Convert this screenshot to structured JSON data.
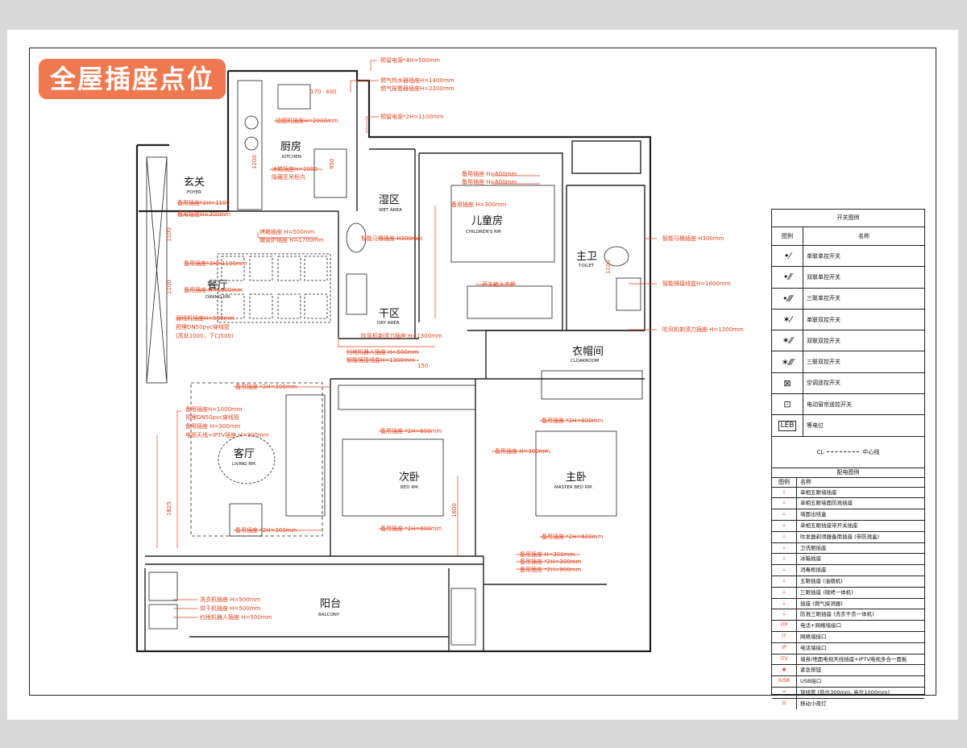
{
  "title": "全屋插座点位",
  "rooms": {
    "kitchen": {
      "cn": "厨房",
      "en": "KITCHEN"
    },
    "foyer": {
      "cn": "玄关",
      "en": "FOYER"
    },
    "wet": {
      "cn": "湿区",
      "en": "WET AREA"
    },
    "children": {
      "cn": "儿童房",
      "en": "CHILDREN'S RM"
    },
    "toilet": {
      "cn": "主卫",
      "en": "TOILET"
    },
    "dining": {
      "cn": "餐厅",
      "en": "DINING RM."
    },
    "dry": {
      "cn": "干区",
      "en": "DRY AREA"
    },
    "cloak": {
      "cn": "衣帽间",
      "en": "CLOAKROOM"
    },
    "living": {
      "cn": "客厅",
      "en": "LIVING RM."
    },
    "second_bed": {
      "cn": "次卧",
      "en": "BED RM."
    },
    "master_bed": {
      "cn": "主卧",
      "en": "MASTER BED RM."
    },
    "balcony": {
      "cn": "阳台",
      "en": "BALCONY"
    }
  },
  "annotations": {
    "a1": "预留电源*4H=500mm",
    "a2": "燃气热水器插座H=1400mm",
    "a3": "燃气报警器插座H=2200mm",
    "a4": "预留电源*2H=1100mm",
    "a5": "油烟机插座H=2000mm",
    "a6": "冰箱插座H=2000",
    "a7": "隐藏至吊柜内",
    "a8": "备用插座*2H=1100",
    "a9": "备用插座H=300mm",
    "a10": "烤箱插座 H=500mm",
    "a11": "微波炉插座 H=1700mm",
    "a12": "备用插座*3H=1100mm",
    "a13": "备用插座 H=1000mm",
    "a14": "弱线机插座H=500mm",
    "a15": "预埋DN50pvc穿线管",
    "a16": "(高处1000，下口500)",
    "a17": "智能马桶插座 H300mm",
    "a18": "吹风机剃须刀插座 H=1300mm",
    "a19": "扫地机器人插座 H=500mm",
    "a20": "智能镜接线盒H=1300mm",
    "a21": "备用插座 H=600mm",
    "a22": "备用插座 H=600mm",
    "a23": "备用插座 H=300mm",
    "a24": "开关嵌入衣柜",
    "a25": "智能马桶插座 H300mm",
    "a26": "智能镜接线盒H=1600mm",
    "a27": "吹风机剃须刀插座 H=1300mm",
    "a28": "备用插座 *2H=300mm",
    "a29": "备用插座H=1000mm",
    "a30": "预埋DN50pvc穿线管",
    "a31": "备用插座 H=300mm",
    "a32": "电视天线+IPTV插座 H=300mm",
    "a33": "备用插座 *2H=600mm",
    "a34": "备用插座 *2H=600mm",
    "a35": "备用插座 H=300mm",
    "a36": "备用插座 *2H=300mm",
    "a37": "备用插座 *2H=600mm",
    "a38": "备用插座 *2H=600mm",
    "a39": "备用插座 H=300mm",
    "a40": "备用插座 *2H=300mm",
    "a41": "备用插座 *2H=900mm",
    "a42": "洗衣机插座 H=500mm",
    "a43": "烘干机插座 H=500mm",
    "a44": "扫地机器人插座 H=500mm"
  },
  "dimensions": {
    "d1": "1100",
    "d2": "1100",
    "d3": "1825",
    "d4": "1600",
    "d5": "1200",
    "d6": "950",
    "d7": "150",
    "d8": "170",
    "d9": "400",
    "d10": "1100"
  },
  "legend": {
    "switch_title": "开关图例",
    "col_symbol": "图例",
    "col_name": "名称",
    "switches": [
      {
        "symbol": "•⁄",
        "name": "单联单控开关"
      },
      {
        "symbol": "•⁄⁄",
        "name": "双联单控开关"
      },
      {
        "symbol": "•⁄⁄⁄",
        "name": "三联单控开关"
      },
      {
        "symbol": "✶⁄",
        "name": "单联双控开关"
      },
      {
        "symbol": "✶⁄⁄",
        "name": "双联双控开关"
      },
      {
        "symbol": "✶⁄⁄⁄",
        "name": "三联双控开关"
      },
      {
        "symbol": "⊠",
        "name": "空调遥控开关"
      },
      {
        "symbol": "⊡",
        "name": "电动窗帘遥控开关"
      },
      {
        "symbol": "LEB",
        "name": "等电位"
      }
    ],
    "centerline_label": "CL",
    "centerline_name": "中心线",
    "power_title": "配电图例",
    "power_col_symbol": "图例",
    "power_col_name": "名称",
    "power": [
      {
        "symbol": "⊥",
        "name": "单相五眼墙插座"
      },
      {
        "symbol": "⊥",
        "name": "单相五眼墙面防溅插座"
      },
      {
        "symbol": "⊥",
        "name": "墙面出线盒"
      },
      {
        "symbol": "⊥",
        "name": "单相五眼插座带开关插座"
      },
      {
        "symbol": "⊥",
        "name": "吹发器剃须器备用插座 (带防溅盒)"
      },
      {
        "symbol": "⊥",
        "name": "卫洗丽插座"
      },
      {
        "symbol": "⊥",
        "name": "冰箱插座"
      },
      {
        "symbol": "⊥",
        "name": "消毒柜插座"
      },
      {
        "symbol": "⊥",
        "name": "五眼插座 (油烟机)"
      },
      {
        "symbol": "⊥",
        "name": "三眼插座 (微烤一体机)"
      },
      {
        "symbol": "⊥",
        "name": "插座 (燃气探测器)"
      },
      {
        "symbol": "⊥",
        "name": "防溅三眼插座 (洗衣干衣一体机)"
      },
      {
        "symbol": "ⅠTP",
        "name": "电话+网络墙接口"
      },
      {
        "symbol": "ⅠT",
        "name": "网络墙接口"
      },
      {
        "symbol": "ⅠP",
        "name": "电话墙接口"
      },
      {
        "symbol": "ⅠTV",
        "name": "墙身/地面电视天线插座+IPTV电视多合一面板"
      },
      {
        "symbol": "◆",
        "name": "紧急按钮"
      },
      {
        "symbol": "ⅠUSB",
        "name": "USB接口"
      },
      {
        "symbol": "═",
        "name": "穿线管 (低位300mm, 高位1000mm)"
      },
      {
        "symbol": "⊡",
        "name": "移动小夜灯"
      }
    ]
  },
  "colors": {
    "accent": "#f07850",
    "annotation": "#e8431c",
    "line": "#222222"
  }
}
